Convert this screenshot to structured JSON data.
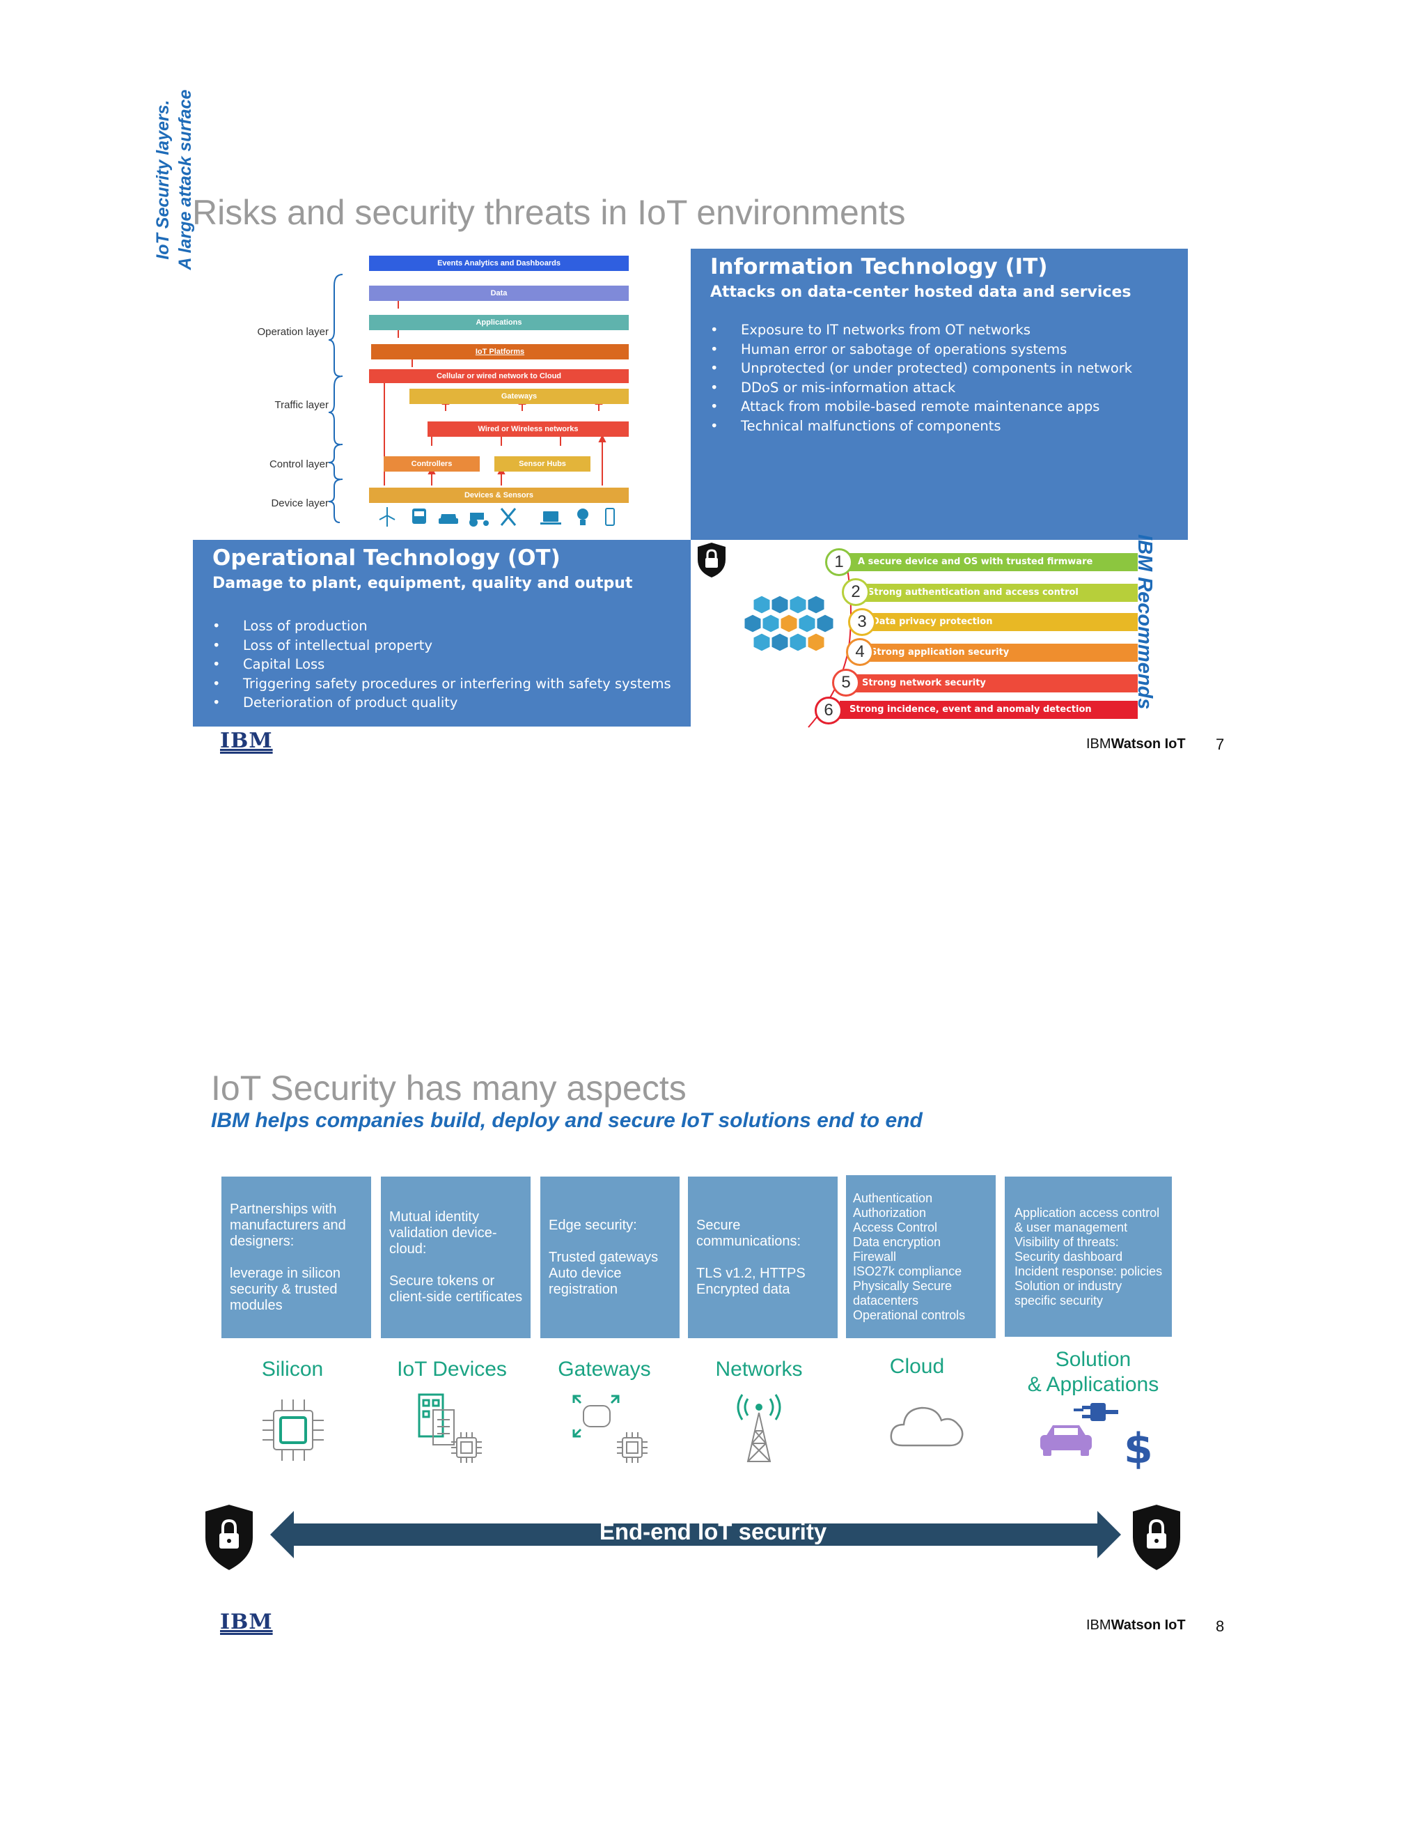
{
  "slide7": {
    "title": "Risks and security threats in IoT environments",
    "side_title_line1": "IoT Security layers.",
    "side_title_line2": "A large attack surface",
    "layers": {
      "operation": "Operation layer",
      "traffic": "Traffic layer",
      "control": "Control layer",
      "device": "Device layer"
    },
    "stack": [
      {
        "label": "Events Analytics and Dashboards",
        "color": "#2f5fe0"
      },
      {
        "label": "Data",
        "color": "#7f8ad9"
      },
      {
        "label": "Applications",
        "color": "#5fb3ad"
      },
      {
        "label": "IoT Platforms",
        "color": "#d9681f"
      },
      {
        "label": "Cellular or wired network to Cloud",
        "color": "#ea4a3a"
      },
      {
        "label": "Gateways",
        "color": "#e3b43a"
      },
      {
        "label": "Wired or Wireless networks",
        "color": "#ea4a3a"
      },
      {
        "label": "Controllers",
        "color": "#ea8a3a"
      },
      {
        "label": "Sensor Hubs",
        "color": "#e3b43a"
      },
      {
        "label": "Devices & Sensors",
        "color": "#e3a63a"
      }
    ],
    "device_icons": [
      "wind-turbine-icon",
      "bus-icon",
      "car-icon",
      "tractor-icon",
      "airplane-icon",
      "laptop-icon",
      "lightbulb-icon",
      "phone-icon"
    ],
    "it": {
      "title": "Information Technology (IT)",
      "subtitle": "Attacks on data-center hosted data and services",
      "items": [
        "Exposure to IT networks from OT networks",
        "Human error or sabotage of operations systems",
        "Unprotected (or under protected) components in network",
        "DDoS or mis-information attack",
        "Attack from mobile-based remote maintenance apps",
        "Technical malfunctions of components"
      ]
    },
    "ot": {
      "title": "Operational Technology (OT)",
      "subtitle": "Damage to plant, equipment, quality and output",
      "items": [
        "Loss of production",
        "Loss of intellectual property",
        "Capital Loss",
        "Triggering safety procedures or interfering with safety systems",
        "Deterioration of product quality"
      ]
    },
    "recommends_label": "IBM Recommends",
    "recommendations": [
      {
        "num": "1",
        "text": "A secure device and OS with trusted firmware",
        "color": "#8cc63f"
      },
      {
        "num": "2",
        "text": "Strong authentication and access control",
        "color": "#b7cf3a"
      },
      {
        "num": "3",
        "text": "Data privacy protection",
        "color": "#e8b825"
      },
      {
        "num": "4",
        "text": "Strong application security",
        "color": "#ef8e2e"
      },
      {
        "num": "5",
        "text": "Strong network security",
        "color": "#ee4a3a"
      },
      {
        "num": "6",
        "text": "Strong incidence, event and anomaly detection",
        "color": "#e5202e"
      }
    ],
    "ibm_logo": "IBM",
    "watson_prefix": "IBM",
    "watson_suffix": "Watson IoT",
    "page_number": "7"
  },
  "slide8": {
    "title": "IoT Security has many aspects",
    "subtitle": "IBM helps companies build, deploy and secure IoT solutions end to end",
    "boxes": [
      {
        "text": "Partnerships with manufacturers and designers:\n\nleverage in silicon security & trusted modules"
      },
      {
        "text": "Mutual identity validation device-cloud:\n\nSecure tokens or client-side certificates"
      },
      {
        "text": "Edge security:\n\nTrusted gateways\nAuto device registration"
      },
      {
        "text": "Secure communications:\n\nTLS v1.2, HTTPS\nEncrypted data"
      },
      {
        "text": "Authentication\nAuthorization\nAccess Control\nData encryption\nFirewall\nISO27k compliance\nPhysically Secure datacenters\nOperational controls"
      },
      {
        "text": "Application access control & user management\nVisibility of threats: Security dashboard\nIncident response: policies\nSolution or industry specific security"
      }
    ],
    "columns": [
      "Silicon",
      "IoT Devices",
      "Gateways",
      "Networks",
      "Cloud",
      "Solution\n& Applications"
    ],
    "arrow_label": "End-end IoT security",
    "ibm_logo": "IBM",
    "watson_prefix": "IBM",
    "watson_suffix": "Watson IoT",
    "page_number": "8"
  }
}
